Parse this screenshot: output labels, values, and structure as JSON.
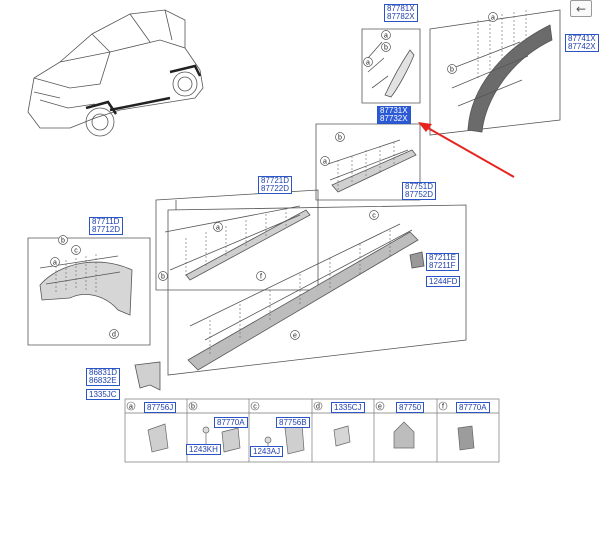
{
  "labels": {
    "p87781": [
      "87781X",
      "87782X"
    ],
    "p87741": [
      "87741X",
      "87742X"
    ],
    "p87731": [
      "87731X",
      "87732X"
    ],
    "p87721": [
      "87721D",
      "87722D"
    ],
    "p87751": [
      "87751D",
      "87752D"
    ],
    "p87711": [
      "87711D",
      "87712D"
    ],
    "p87211": [
      "87211E",
      "87211F"
    ],
    "p1244": "1244FD",
    "p86831": [
      "86831D",
      "86832E"
    ],
    "p1335jc": "1335JC",
    "legend": {
      "a": {
        "letter": "a",
        "part": "87756J"
      },
      "b": {
        "letter": "b",
        "part": "87770A",
        "sub": "1243KH"
      },
      "c": {
        "letter": "c",
        "part": "87756B",
        "sub": "1243AJ"
      },
      "d": {
        "letter": "d",
        "part": "1335CJ"
      },
      "e": {
        "letter": "e",
        "part": "87750"
      },
      "f": {
        "letter": "f",
        "part": "87770A"
      }
    }
  },
  "callouts": {
    "a": "a",
    "b": "b",
    "c": "c",
    "d": "d",
    "e": "e",
    "f": "f"
  },
  "highlight_color": "#2c5ad6",
  "arrow_color": "#e8231e",
  "back_icon": "arrow-left-icon"
}
